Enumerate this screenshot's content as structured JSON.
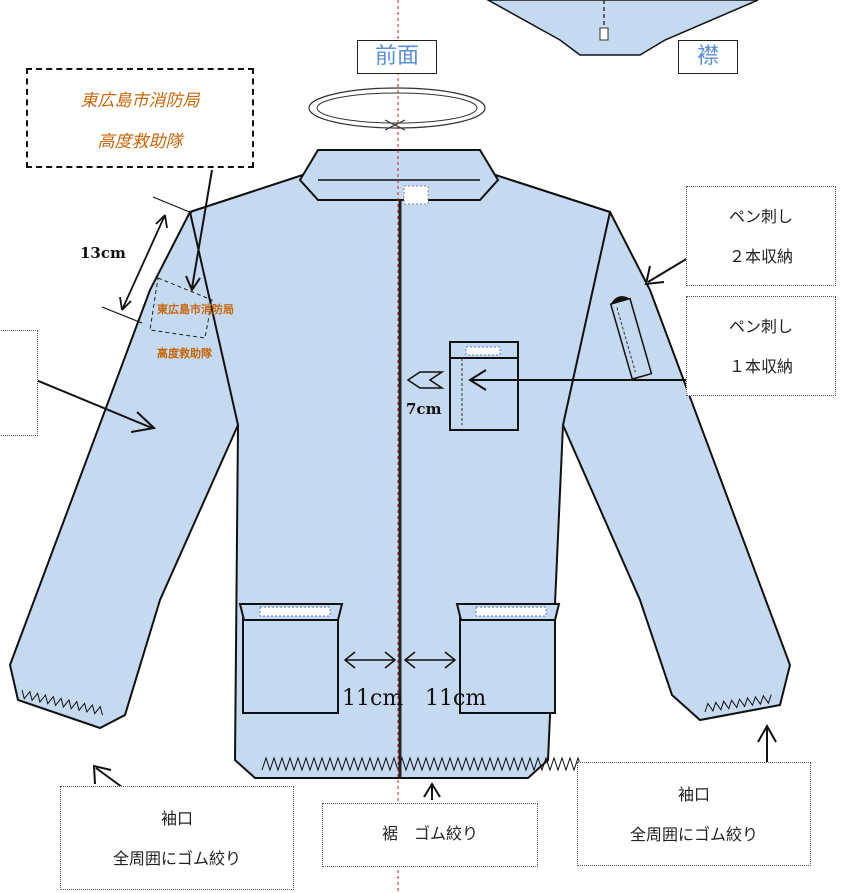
{
  "labels": {
    "front": "前面",
    "collar": "襟",
    "shoulder_text_line1": "東広島市消防局",
    "shoulder_text_line2": "高度救助隊",
    "emb_line1": "東広島市消防局",
    "emb_line2": "高度救助隊",
    "dim_13": "13cm",
    "dim_7": "7cm",
    "dim_11_left": "11cm",
    "dim_11_right": "11cm",
    "pen2_line1": "ペン刺し",
    "pen2_line2": "２本収納",
    "pen1_line1": "ペン刺し",
    "pen1_line2": "１本収納",
    "cuff_left_line1": "袖口",
    "cuff_left_line2": "全周囲にゴム絞り",
    "hem": "裾　ゴム絞り",
    "cuff_right_line1": "袖口",
    "cuff_right_line2": "全周囲にゴム絞り"
  },
  "colors": {
    "fabric": "#c5d9f1",
    "outline": "#111111",
    "embroidery": "#c8660a",
    "title_blue": "#5b8fd6",
    "center_line": "#cc2222"
  }
}
